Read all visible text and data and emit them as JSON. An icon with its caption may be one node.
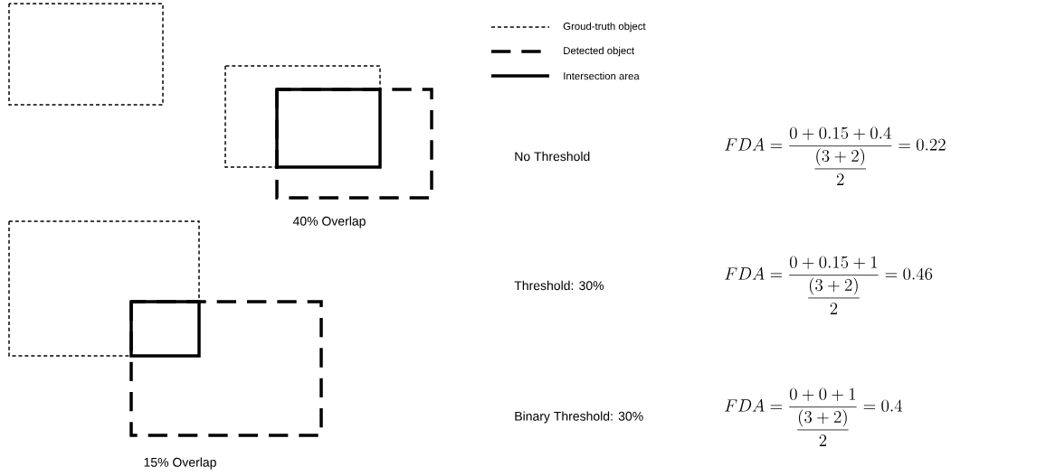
{
  "diagram": {
    "labels": [
      "No Threshold",
      "FDA=\\frac{0+0.15+0.4}{\\dfrac{(3+2)}{2}}=0.22",
      "40% Overlap",
      "Threshold: 30%",
      "FDA=\\frac{0+0.15+1}{\\dfrac{(3+2)}{2}}=0.46",
      "Binary Threshold: 30%",
      "FDA=\\frac{0+0+1}{\\dfrac{(3+2)}{2}}=0.4",
      "15% Overlap"
    ],
    "legend": [
      {
        "text": "Groud-truth object"
      },
      {
        "text": "Detected object"
      },
      {
        "text": "Intersection area"
      }
    ]
  }
}
